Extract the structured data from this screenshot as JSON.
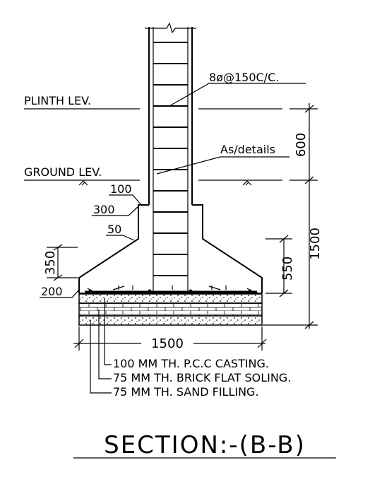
{
  "labels": {
    "plinth_level": "PLINTH LEV.",
    "ground_level": "GROUND LEV.",
    "rebar_spacing": "8ø@150C/C.",
    "as_details": "As/details"
  },
  "dimensions": {
    "top_step": "100",
    "step_width": "300",
    "step_offset": "50",
    "side_350": "350",
    "side_200": "200",
    "plinth_height": "600",
    "depth_550": "550",
    "depth_1500": "1500",
    "footing_width": "1500"
  },
  "layers": [
    "100 MM TH. P.C.C CASTING.",
    "75 MM TH. BRICK FLAT SOLING.",
    "75 MM TH. SAND FILLING."
  ],
  "title": "SECTION:-(B-B)"
}
